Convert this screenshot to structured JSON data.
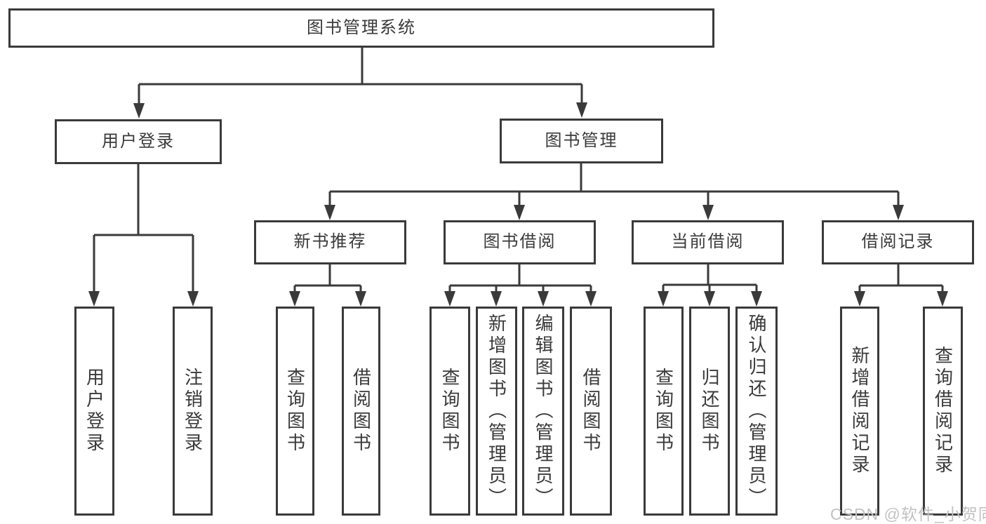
{
  "nodes": {
    "root": {
      "label": "图书管理系统"
    },
    "user_login": {
      "label": "用户登录"
    },
    "book_mgmt": {
      "label": "图书管理"
    },
    "new_book_rec": {
      "label": "新书推荐"
    },
    "book_borrow": {
      "label": "图书借阅"
    },
    "current_borrow": {
      "label": "当前借阅"
    },
    "borrow_record": {
      "label": "借阅记录"
    },
    "leaf_user_login": {
      "label": "用户登录"
    },
    "leaf_logout": {
      "label": "注销登录"
    },
    "leaf_query_book_rec": {
      "label": "查询图书"
    },
    "leaf_borrow_book_rec": {
      "label": "借阅图书"
    },
    "leaf_query_book_bor": {
      "label": "查询图书"
    },
    "leaf_add_book": {
      "label": "新增图书（管理员）"
    },
    "leaf_edit_book": {
      "label": "编辑图书（管理员）"
    },
    "leaf_borrow_book_bor": {
      "label": "借阅图书"
    },
    "leaf_query_book_cur": {
      "label": "查询图书"
    },
    "leaf_return_book": {
      "label": "归还图书"
    },
    "leaf_confirm_return": {
      "label": "确认归还（管理员）"
    },
    "leaf_add_record": {
      "label": "新增借阅记录"
    },
    "leaf_query_record": {
      "label": "查询借阅记录"
    }
  },
  "watermark": {
    "text": "CSDN @软件_小贺同学"
  },
  "colors": {
    "line": "#3a3a3a",
    "text": "#3a3a3a",
    "box_background": "#ffffff",
    "watermark": "#c2c2c2"
  }
}
